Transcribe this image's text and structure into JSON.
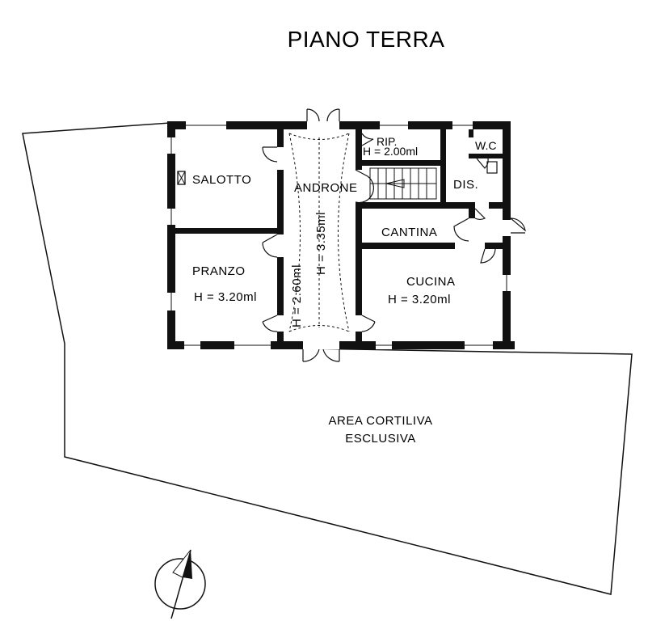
{
  "title": "PIANO TERRA",
  "rooms": {
    "salotto": "SALOTTO",
    "androne": "ANDRONE",
    "rip": "RIP.",
    "rip_height": "H = 2.00ml",
    "wc": "W.C",
    "dis": "DIS.",
    "cantina": "CANTINA",
    "pranzo": "PRANZO",
    "pranzo_height": "H = 3.20ml",
    "androne_height": "H = 3.35ml",
    "corridor_height": "H = 2.60ml",
    "cucina": "CUCINA",
    "cucina_height": "H = 3.20ml"
  },
  "courtyard": {
    "line1": "AREA CORTILIVA",
    "line2": "ESCLUSIVA"
  },
  "icons": {
    "compass": "north-arrow-icon"
  }
}
